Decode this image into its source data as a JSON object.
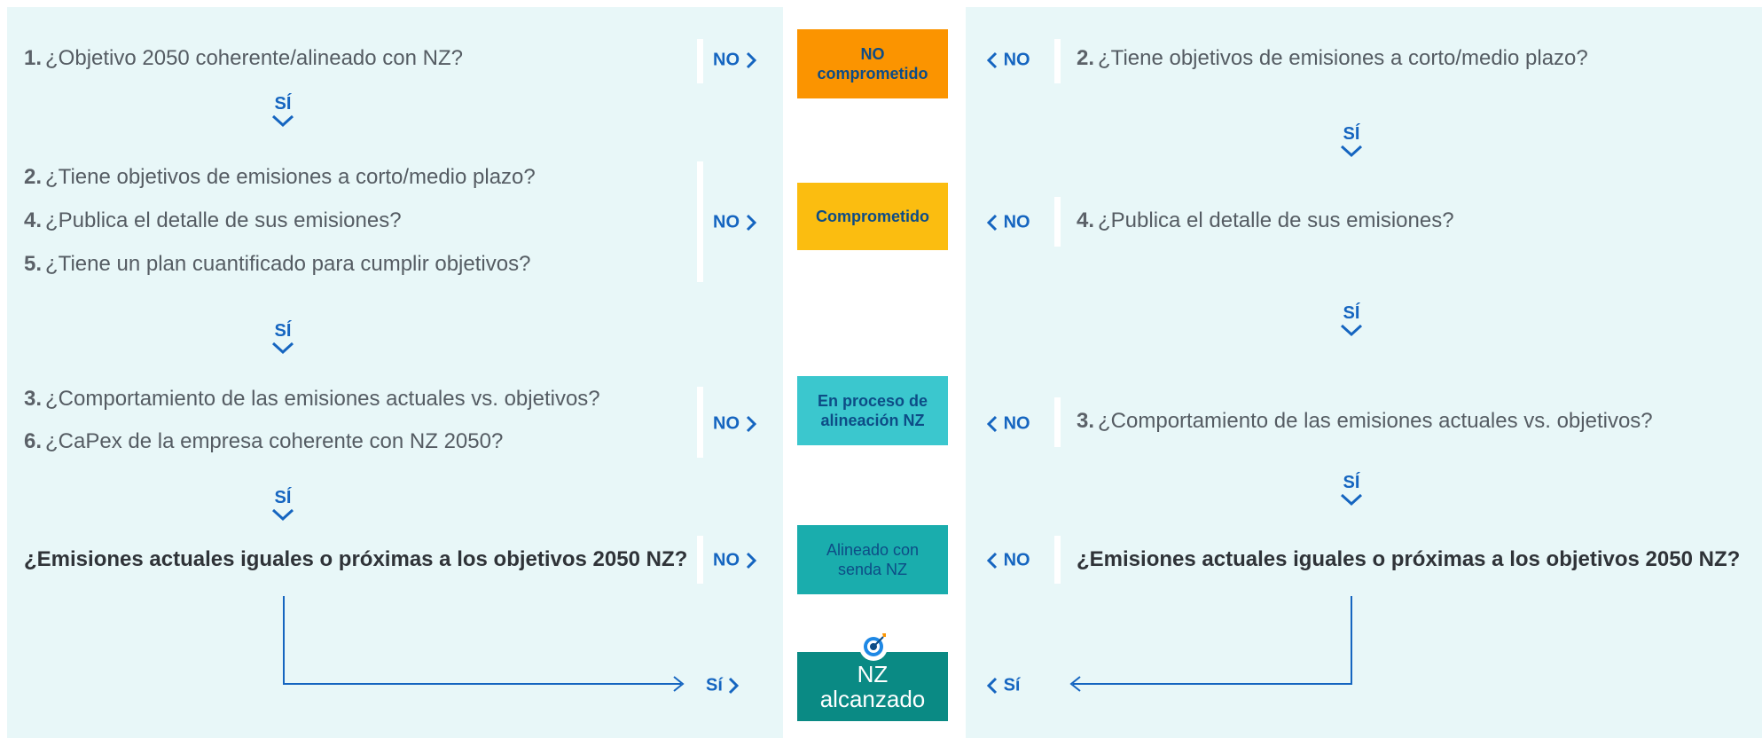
{
  "left": {
    "q1": {
      "num": "1.",
      "text": "¿Objetivo 2050 coherente/alineado con NZ?"
    },
    "q2": {
      "num": "2.",
      "text": "¿Tiene objetivos de emisiones a corto/medio plazo?"
    },
    "q4": {
      "num": "4.",
      "text": "¿Publica el detalle de sus emisiones?"
    },
    "q5": {
      "num": "5.",
      "text": "¿Tiene un plan cuantificado para cumplir objetivos?"
    },
    "q3": {
      "num": "3.",
      "text": "¿Comportamiento de las emisiones actuales vs. objetivos?"
    },
    "q6": {
      "num": "6.",
      "text": "¿CaPex de la empresa coherente con NZ 2050?"
    },
    "final": "¿Emisiones actuales iguales o próximas a los objetivos 2050 NZ?"
  },
  "right": {
    "q2": {
      "num": "2.",
      "text": "¿Tiene objetivos de emisiones a corto/medio plazo?"
    },
    "q4": {
      "num": "4.",
      "text": "¿Publica el detalle de sus emisiones?"
    },
    "q3": {
      "num": "3.",
      "text": "¿Comportamiento de las emisiones actuales vs. objetivos?"
    },
    "final": "¿Emisiones actuales iguales o próximas a los objetivos 2050 NZ?"
  },
  "labels": {
    "no": "NO",
    "si": "SÍ",
    "si_mixed": "Sí"
  },
  "status": {
    "s1_line1": "NO",
    "s1_line2": "comprometido",
    "s2": "Comprometido",
    "s3_line1": "En proceso de",
    "s3_line2": "alineación NZ",
    "s4_line1": "Alineado con",
    "s4_line2": "senda NZ",
    "s5_line1": "NZ",
    "s5_line2": "alcanzado"
  },
  "colors": {
    "panel": "#e8f7f8",
    "accent_blue": "#1565c0",
    "orange": "#fb9400",
    "yellow": "#fbbd10",
    "turquoise": "#3bc7ce",
    "teal": "#1aadad",
    "dark_teal": "#0a8a84"
  },
  "icons": [
    "chevron-right-icon",
    "chevron-left-icon",
    "chevron-down-icon",
    "target-icon"
  ]
}
